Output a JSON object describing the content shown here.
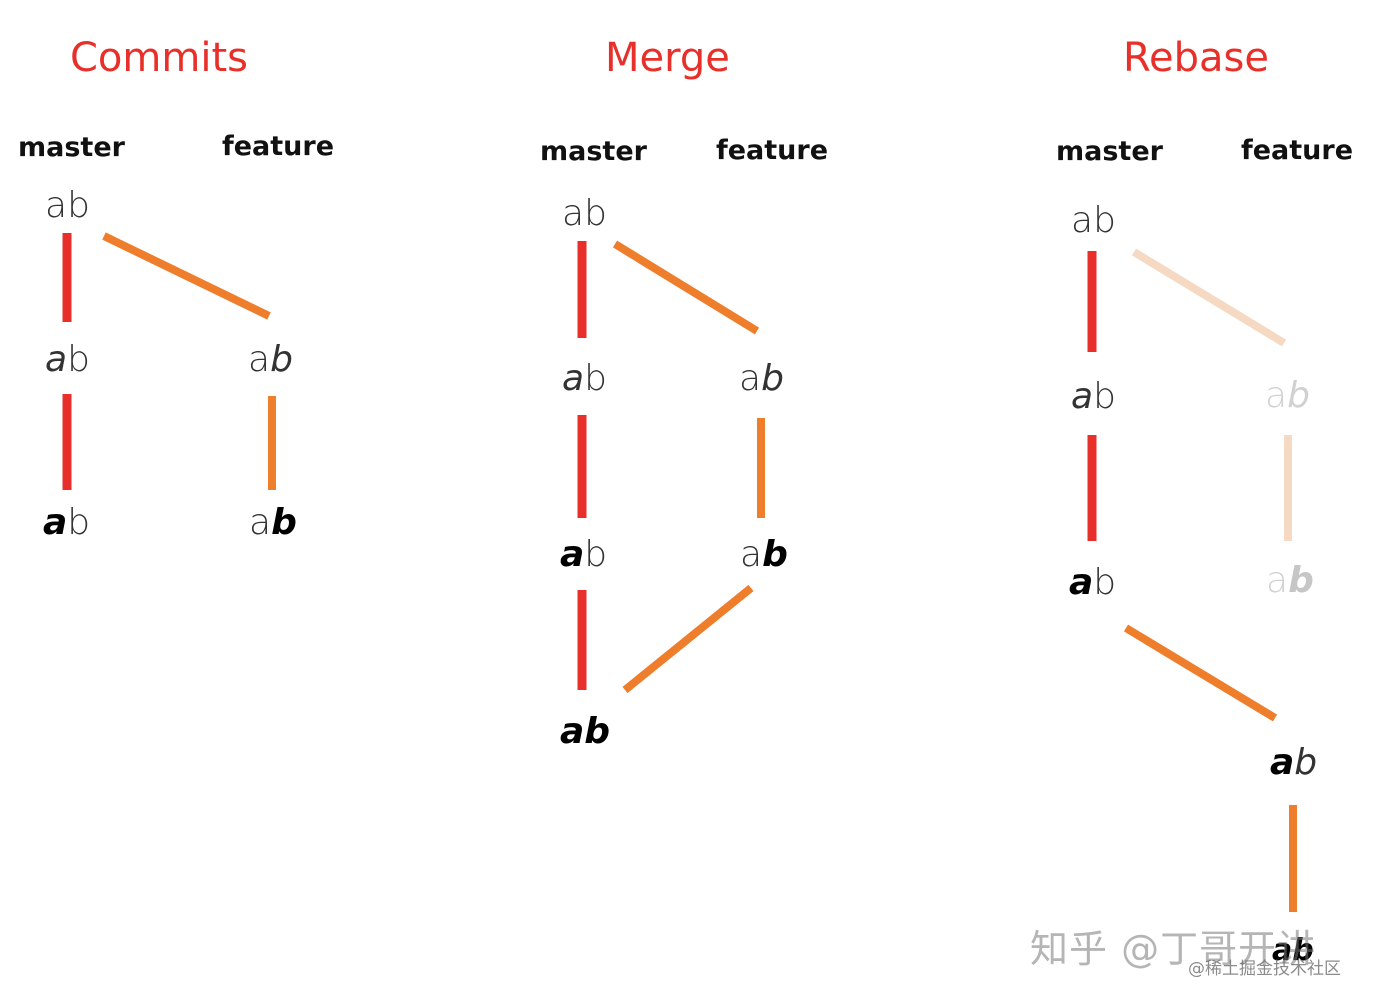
{
  "colors": {
    "title": "#e8302b",
    "master_edge": "#e8302b",
    "feature_edge": "#ee7d2c",
    "feature_edge_faded": "#f6d9c2"
  },
  "panels": [
    {
      "title": "Commits",
      "master_label": "master",
      "feature_label": "feature",
      "nodes": [
        {
          "a": "a",
          "b": "b"
        },
        {
          "a": "a",
          "b": "b"
        },
        {
          "a": "a",
          "b": "b"
        },
        {
          "a": "a",
          "b": "b"
        },
        {
          "a": "a",
          "b": "b"
        }
      ]
    },
    {
      "title": "Merge",
      "master_label": "master",
      "feature_label": "feature",
      "nodes": [
        {
          "a": "a",
          "b": "b"
        },
        {
          "a": "a",
          "b": "b"
        },
        {
          "a": "a",
          "b": "b"
        },
        {
          "a": "a",
          "b": "b"
        },
        {
          "a": "a",
          "b": "b"
        },
        {
          "a": "a",
          "b": "b"
        }
      ]
    },
    {
      "title": "Rebase",
      "master_label": "master",
      "feature_label": "feature",
      "nodes": [
        {
          "a": "a",
          "b": "b"
        },
        {
          "a": "a",
          "b": "b"
        },
        {
          "a": "a",
          "b": "b"
        },
        {
          "a": "a",
          "b": "b"
        },
        {
          "a": "a",
          "b": "b"
        },
        {
          "a": "a",
          "b": "b"
        },
        {
          "a": "a",
          "b": "b"
        }
      ]
    }
  ],
  "watermark": {
    "main": "知乎 @丁哥开讲",
    "sub": "@稀土掘金技术社区"
  }
}
